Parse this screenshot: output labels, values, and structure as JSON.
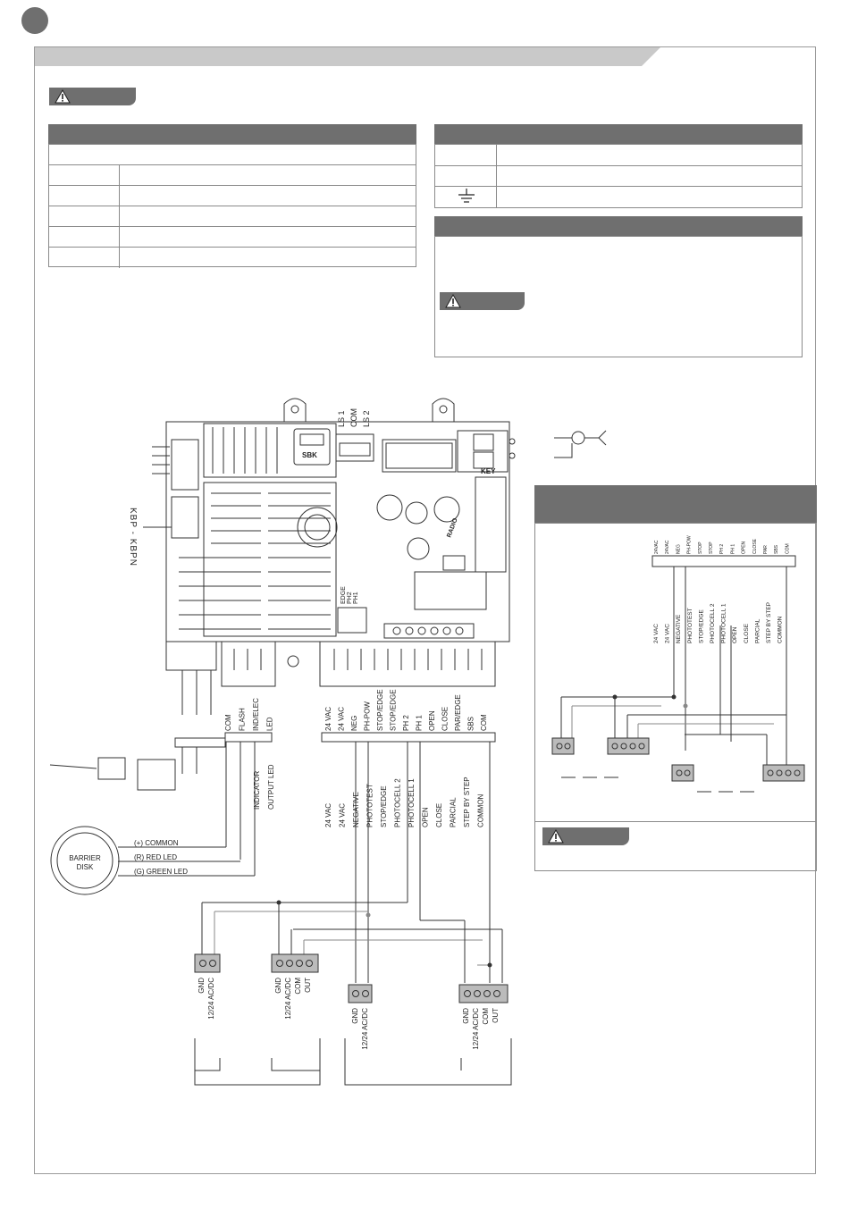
{
  "header": {
    "page_marker": "",
    "section_band": ""
  },
  "warnings": {
    "main_badge": "",
    "jumper_badge": "",
    "photocell_badge": ""
  },
  "tables": {
    "left_rows": 5,
    "right_earth_icon": "earth-ground-icon"
  },
  "board": {
    "sbk_label": "SBK",
    "key_label": "KEY",
    "radio_label": "RADIO",
    "side_label": "KBP - KBPN",
    "dip_labels": [
      "EDGE",
      "PH2",
      "PH1"
    ],
    "ls_labels": [
      "LS 1",
      "COM",
      "LS 2"
    ]
  },
  "terminals": {
    "left_block": [
      "COM",
      "FLASH",
      "IND/ELEC",
      "LED"
    ],
    "left_desc": [
      "INDICATOR",
      "OUTPUT LED"
    ],
    "main_block": [
      "24 VAC",
      "24 VAC",
      "NEG",
      "PH-POW",
      "STOP/EDGE",
      "STOP/EDGE",
      "PH 2",
      "PH 1",
      "OPEN",
      "CLOSE",
      "PAR/EDGE",
      "SBS",
      "COM"
    ],
    "main_desc": [
      "24 VAC",
      "24 VAC",
      "NEGATIVE",
      "PHOTOTEST",
      "STOP/EDGE",
      "PHOTOCELL 2",
      "PHOTOCELL 1",
      "OPEN",
      "CLOSE",
      "PARCIAL",
      "STEP BY STEP",
      "COMMON"
    ]
  },
  "barrier_disk": {
    "title_line1": "BARRIER",
    "title_line2": "DISK",
    "wires": [
      "(+) COMMON",
      "(R) RED LED",
      "(G) GREEN LED"
    ]
  },
  "photocells": {
    "devices": [
      {
        "pins": [
          "GND",
          "12/24 AC/DC"
        ]
      },
      {
        "pins": [
          "GND",
          "12/24 AC/DC",
          "COM",
          "OUT"
        ]
      },
      {
        "pins": [
          "GND",
          "12/24 AC/DC"
        ]
      },
      {
        "pins": [
          "GND",
          "12/24 AC/DC",
          "COM",
          "OUT"
        ]
      }
    ]
  },
  "mini_panel": {
    "top_labels": [
      "24VAC",
      "24VAC",
      "NEG",
      "PH-POW",
      "STOP",
      "STOP",
      "PH 2",
      "PH 1",
      "OPEN",
      "CLOSE",
      "PAR",
      "SBS",
      "COM"
    ],
    "desc_labels": [
      "24 VAC",
      "24 VAC",
      "NEGATIVE",
      "PHOTOTEST",
      "STOP/EDGE",
      "PHOTOCELL 2",
      "PHOTOCELL 1",
      "OPEN",
      "CLOSE",
      "PARCIAL",
      "STEP BY STEP",
      "COMMON"
    ]
  }
}
